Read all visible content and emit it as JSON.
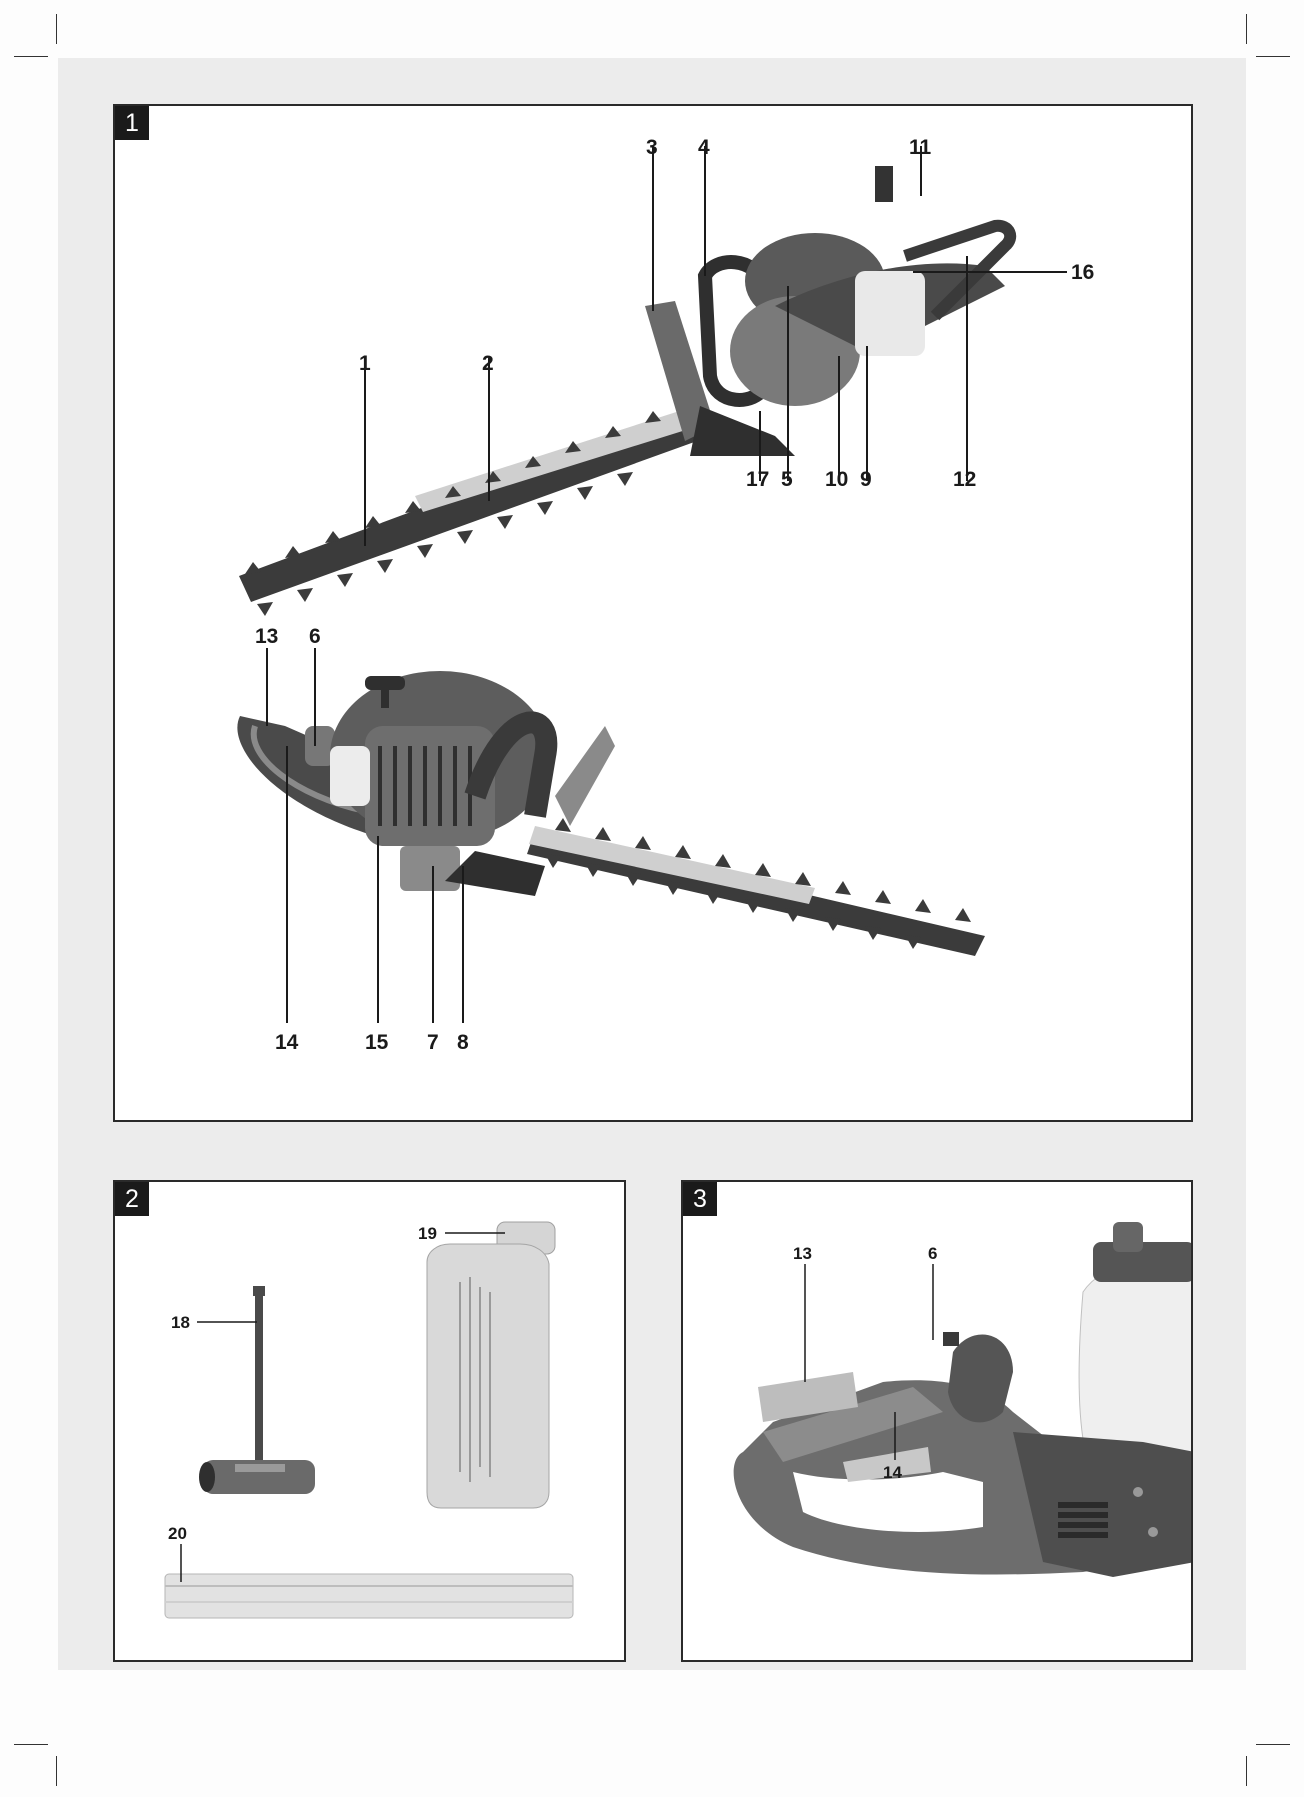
{
  "figures": [
    {
      "number": "1",
      "callouts": [
        "1",
        "2",
        "3",
        "4",
        "5",
        "9",
        "10",
        "11",
        "12",
        "16",
        "17",
        "13",
        "6",
        "14",
        "15",
        "7",
        "8"
      ]
    },
    {
      "number": "2",
      "callouts": [
        "18",
        "19",
        "20"
      ]
    },
    {
      "number": "3",
      "callouts": [
        "13",
        "6",
        "14"
      ]
    }
  ],
  "colors": {
    "frame": "#2a2a2a",
    "badge": "#1a1a1a",
    "page_background": "#ececec"
  }
}
